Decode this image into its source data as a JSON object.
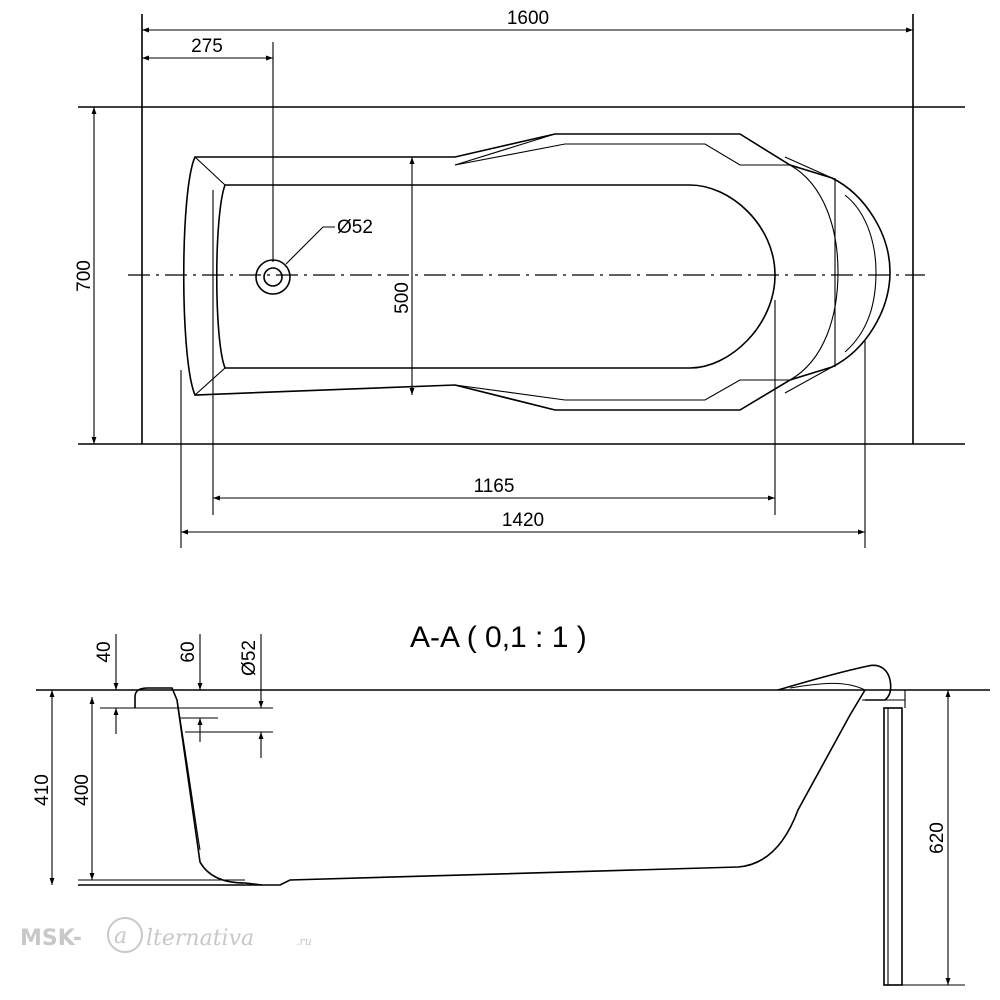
{
  "plan": {
    "dims": {
      "total_length": "1600",
      "drain_offset": "275",
      "total_width": "700",
      "inner_width": "500",
      "drain_diameter": "Ø52",
      "inner_length": "1165",
      "bowl_length": "1420"
    }
  },
  "section": {
    "title": "A-A  ( 0,1 : 1 )",
    "dims": {
      "rim": "40",
      "overflow_offset": "60",
      "overflow_diameter": "Ø52",
      "total_depth": "410",
      "inner_depth": "400",
      "height_with_legs": "620"
    }
  },
  "watermark": {
    "brand_prefix": "MSK-",
    "brand_a": "a",
    "brand_rest": "lternativa",
    "brand_tld": ".ru"
  }
}
